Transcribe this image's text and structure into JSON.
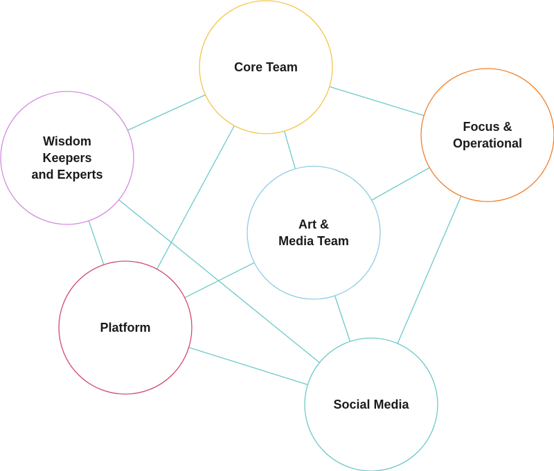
{
  "diagram": {
    "nodes": [
      {
        "id": "core-team",
        "lines": [
          "Core Team"
        ],
        "color": "#f3c548"
      },
      {
        "id": "focus",
        "lines": [
          "Focus &",
          "Operational"
        ],
        "color": "#f07f2a"
      },
      {
        "id": "wisdom",
        "lines": [
          "Wisdom",
          "Keepers",
          "and Experts"
        ],
        "color": "#d48be0"
      },
      {
        "id": "art",
        "lines": [
          "Art &",
          "Media Team"
        ],
        "color": "#8fcde3"
      },
      {
        "id": "platform",
        "lines": [
          "Platform"
        ],
        "color": "#d04a6b"
      },
      {
        "id": "social",
        "lines": [
          "Social Media"
        ],
        "color": "#6cc9c9"
      }
    ],
    "edges": [
      [
        "core-team",
        "wisdom"
      ],
      [
        "core-team",
        "focus"
      ],
      [
        "core-team",
        "art"
      ],
      [
        "core-team",
        "platform"
      ],
      [
        "wisdom",
        "platform"
      ],
      [
        "wisdom",
        "social"
      ],
      [
        "focus",
        "art"
      ],
      [
        "focus",
        "social"
      ],
      [
        "art",
        "platform"
      ],
      [
        "art",
        "social"
      ],
      [
        "platform",
        "social"
      ]
    ],
    "edge_color": "#6cc9c9"
  }
}
